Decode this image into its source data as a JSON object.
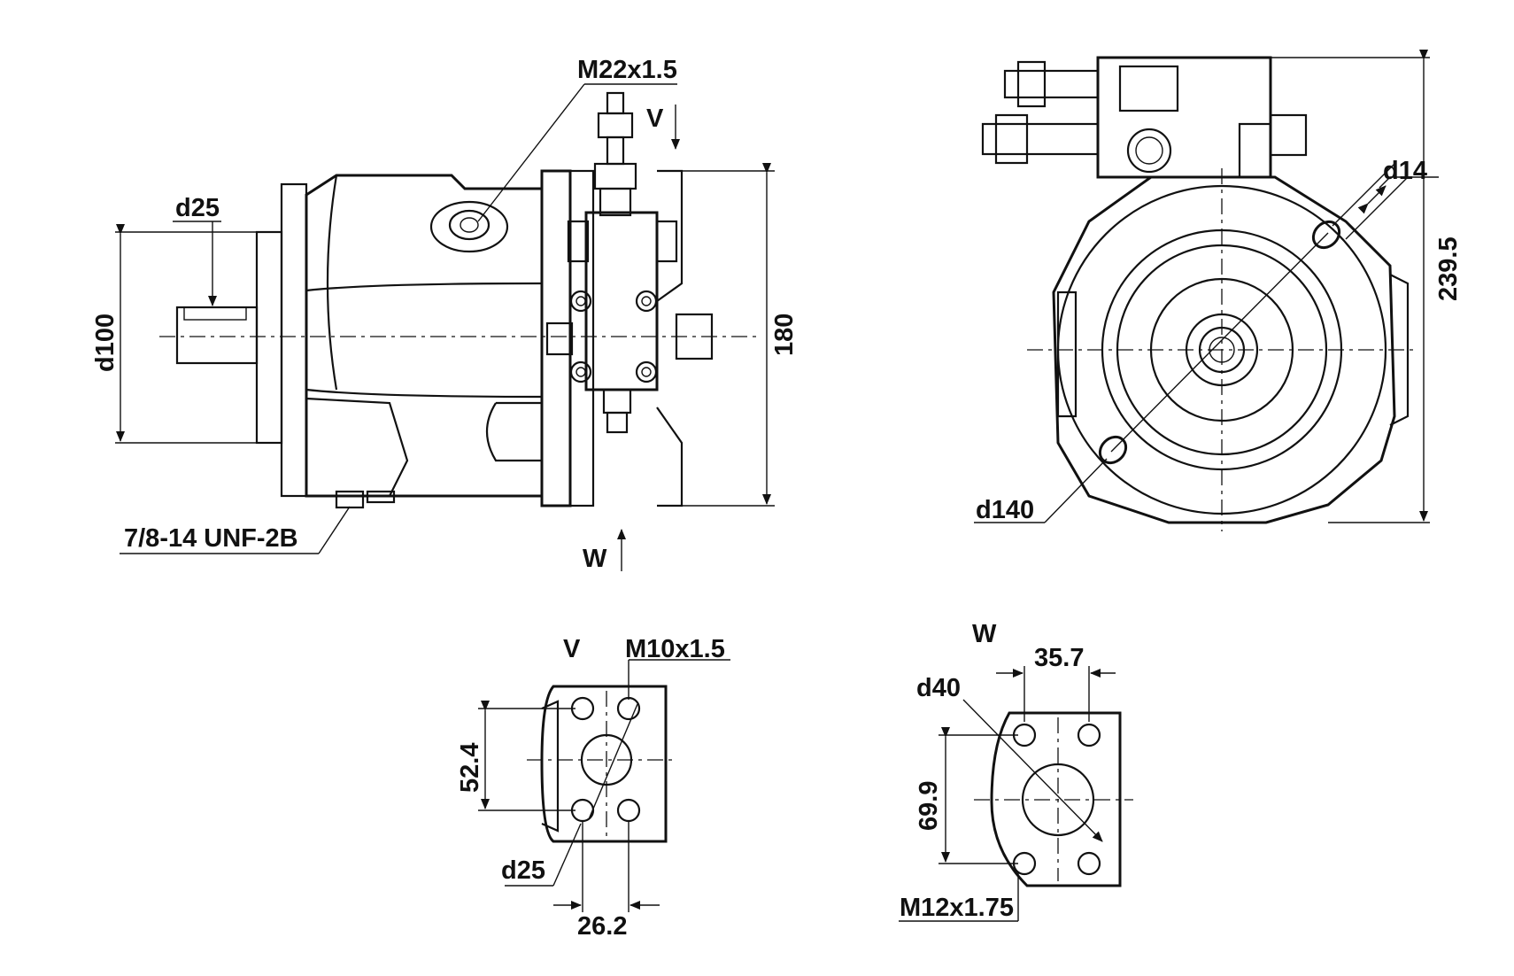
{
  "labels": {
    "m22": "M22x1.5",
    "v_top": "V",
    "d25_top": "d25",
    "d100": "d100",
    "h180": "180",
    "unf": "7/8-14 UNF-2B",
    "w_bottom": "W",
    "d14": "d14",
    "h239": "239.5",
    "d140": "d140",
    "v_view": "V",
    "m10": "M10x1.5",
    "h524": "52.4",
    "d25_port": "d25",
    "w262": "26.2",
    "w_view": "W",
    "w357": "35.7",
    "d40": "d40",
    "h699": "69.9",
    "m12": "M12x1.75"
  },
  "icons": {
    "arrow": "arrow-icon",
    "bolt_hole": "bolt-hole-icon"
  },
  "colors": {
    "line": "#111111",
    "background": "#ffffff"
  }
}
